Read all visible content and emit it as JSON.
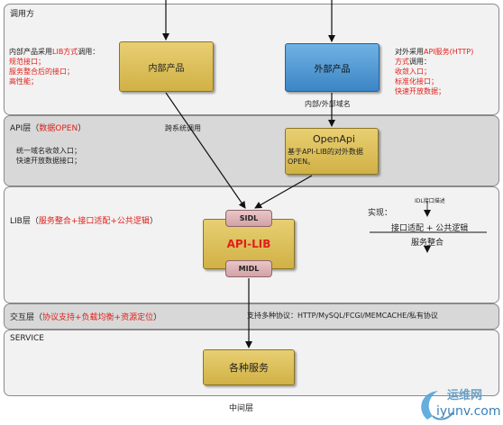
{
  "layers": {
    "caller": {
      "title": "调用方"
    },
    "api": {
      "title_prefix": "API层（",
      "title_red": "数据OPEN",
      "title_suffix": "）"
    },
    "lib": {
      "title_prefix": "LIB层（",
      "title_red": "服务整合+接口适配+公共逻辑",
      "title_suffix": "）"
    },
    "interaction": {
      "title_prefix": "交互层（",
      "title_red": "协议支持+负载均衡+资源定位",
      "title_suffix": "）"
    },
    "service": {
      "title": "SERVICE"
    }
  },
  "caller": {
    "internal_box": "内部产品",
    "external_box": "外部产品",
    "left_note": {
      "line1_prefix": "内部产品采用",
      "line1_red": "LIB方式",
      "line1_suffix": "调用：",
      "line2": "规范接口；",
      "line3": "服务整合后的接口；",
      "line4": "高性能；"
    },
    "right_note": {
      "line1_prefix": "对外采用",
      "line1_red": "API服务(HTTP)",
      "line2_red": "方式",
      "line2_suffix": "调用：",
      "line3": "收敛入口；",
      "line4": "标准化接口；",
      "line5": "快速开放数据；"
    },
    "domain_label": "内部/外部域名"
  },
  "api": {
    "openapi_title": "OpenApi",
    "openapi_desc_line1": "基于API-LIB的对外数据",
    "openapi_desc_line2": "OPEN。",
    "left_note_line1": "统一域名收敛入口；",
    "left_note_line2": "快速开放数据接口；",
    "cross_call_label": "跨系统调用"
  },
  "lib": {
    "apilib": "API-LIB",
    "sidl": "SIDL",
    "midl": "MIDL",
    "impl_label": "实现：",
    "idl_label": "IDL接口描述",
    "row1": "接口适配 + 公共逻辑",
    "row2": "服务整合"
  },
  "interaction": {
    "protocols": "支持多种协议：HTTP/MySQL/FCGI/MEMCACHE/私有协议"
  },
  "service": {
    "box": "各种服务"
  },
  "footer": {
    "caption": "中间层"
  },
  "watermark": {
    "cn": "运维网",
    "url": "iyunv.com"
  },
  "colors": {
    "gold": "#d9bb55",
    "blue": "#4a90d0",
    "pink": "#dbb0b3",
    "red_text": "#e0201a",
    "layer_light": "#f2f2f2",
    "layer_dark": "#d8d8d8"
  }
}
